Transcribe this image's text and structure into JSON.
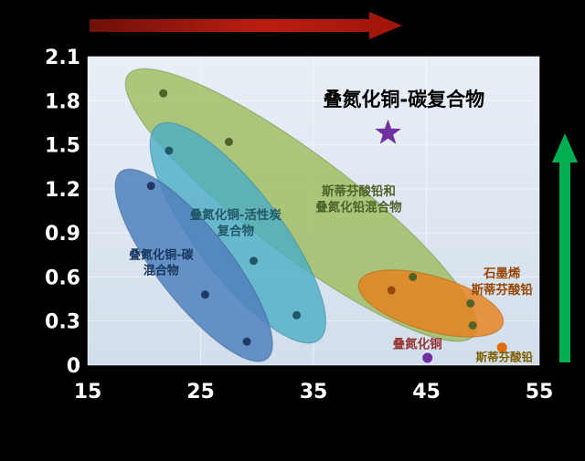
{
  "window": {
    "bg": "#000000"
  },
  "chart_data": {
    "type": "scatter",
    "title": "叠氮化铜-碳复合物",
    "xlim": [
      15,
      55
    ],
    "ylim": [
      0,
      2.1
    ],
    "x_ticks": [
      15,
      25,
      35,
      45,
      55
    ],
    "y_ticks": [
      0,
      0.3,
      0.6,
      0.9,
      1.2,
      1.5,
      1.8,
      2.1
    ],
    "grid": true,
    "tick_color": "#ffffff",
    "plot_bg_top": "#e9eff7",
    "plot_bg_bottom": "#d2deeb",
    "clusters": [
      {
        "id": "lead-styphnate-lead-azide-mixture",
        "label": "斯蒂芬酸铅和叠氮化铅混合物",
        "color": "#9BBB59",
        "stroke": "#71893F",
        "opacity": 0.78,
        "cx": 33.9,
        "cy": 1.09,
        "rx": 237,
        "ry": 55,
        "rot": 37
      },
      {
        "id": "copper-azide-activated-carbon",
        "label": "叠氮化铜-活性炭复合物",
        "color": "#4BACC6",
        "stroke": "#31859C",
        "opacity": 0.8,
        "cx": 28.3,
        "cy": 0.9,
        "rx": 147,
        "ry": 47,
        "rot": 53
      },
      {
        "id": "copper-azide-carbon-mixture",
        "label": "叠氮化铜-碳混合物",
        "color": "#4F81BD",
        "stroke": "#385D8A",
        "opacity": 0.85,
        "cx": 24.4,
        "cy": 0.68,
        "rx": 130,
        "ry": 40,
        "rot": 52
      },
      {
        "id": "graphene-lead-styphnate",
        "label": "石墨烯斯蒂芬酸铅",
        "color": "#E8801D",
        "stroke": "#B35E0B",
        "opacity": 0.82,
        "cx": 45.4,
        "cy": 0.42,
        "rx": 82,
        "ry": 30,
        "rot": 16
      }
    ],
    "points": [
      {
        "x": 21.7,
        "y": 1.85,
        "color": "#4f6228"
      },
      {
        "x": 27.5,
        "y": 1.52,
        "color": "#4f6228"
      },
      {
        "x": 43.8,
        "y": 0.6,
        "color": "#4f6228"
      },
      {
        "x": 49.1,
        "y": 0.27,
        "color": "#4f6228"
      },
      {
        "x": 48.9,
        "y": 0.42,
        "color": "#4f6228"
      },
      {
        "x": 22.2,
        "y": 1.46,
        "color": "#215868"
      },
      {
        "x": 29.7,
        "y": 0.71,
        "color": "#215868"
      },
      {
        "x": 33.5,
        "y": 0.34,
        "color": "#215868"
      },
      {
        "x": 20.6,
        "y": 1.22,
        "color": "#1f3864"
      },
      {
        "x": 25.4,
        "y": 0.48,
        "color": "#1f3864"
      },
      {
        "x": 29.1,
        "y": 0.16,
        "color": "#1f3864"
      },
      {
        "x": 41.9,
        "y": 0.51,
        "color": "#974706"
      },
      {
        "x": 45.1,
        "y": 0.05,
        "color": "#7030a0",
        "r": 5.5
      },
      {
        "x": 51.7,
        "y": 0.12,
        "color": "#e36c0a",
        "r": 5.5
      }
    ],
    "star": {
      "x": 41.6,
      "y": 1.58,
      "color": "#7030a0",
      "outer_r": 15,
      "inner_r": 6
    },
    "labels": [
      {
        "name": "chart-title",
        "lines": [
          "叠氮化铜-碳复合物"
        ],
        "x": 43.0,
        "y": 1.81,
        "color": "#000000",
        "size": 21
      },
      {
        "name": "label-lead-styphnate-lead-azide-mixture",
        "lines": [
          "斯蒂芬酸铅和",
          "叠氮化铅混合物"
        ],
        "x": 39.0,
        "y": 1.13,
        "color": "#4f6228",
        "size": 13.5
      },
      {
        "name": "label-copper-azide-activated-carbon",
        "lines": [
          "叠氮化铜-活性炭",
          "复合物"
        ],
        "x": 28.1,
        "y": 0.97,
        "color": "#215868",
        "size": 13.5
      },
      {
        "name": "label-copper-azide-carbon-mixture",
        "lines": [
          "叠氮化铜-碳",
          "混合物"
        ],
        "x": 21.5,
        "y": 0.7,
        "color": "#17375e",
        "size": 13
      },
      {
        "name": "label-graphene-lead-styphnate",
        "lines": [
          "石墨烯",
          "斯蒂芬酸铅"
        ],
        "x": 51.7,
        "y": 0.57,
        "color": "#974706",
        "size": 13.5
      },
      {
        "name": "label-copper-azide",
        "lines": [
          "叠氮化铜"
        ],
        "x": 44.2,
        "y": 0.145,
        "color": "#953735",
        "size": 13.5
      },
      {
        "name": "label-lead-styphnate",
        "lines": [
          "斯蒂芬酸铅"
        ],
        "x": 51.9,
        "y": 0.055,
        "color": "#7f6000",
        "size": 12.5
      }
    ],
    "arrows": {
      "x_axis": {
        "direction": "right",
        "colors": [
          "#6f100a",
          "#bb1e10",
          "#9e150c"
        ]
      },
      "y_axis": {
        "direction": "up",
        "color": "#00b050"
      }
    }
  }
}
